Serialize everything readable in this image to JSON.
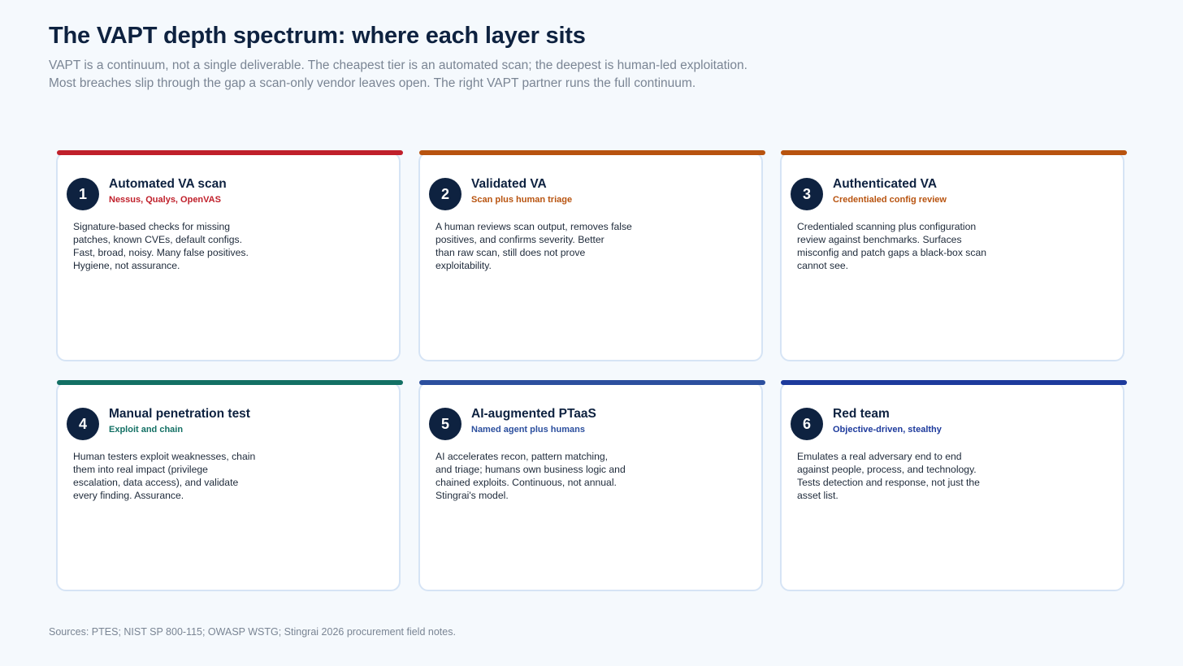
{
  "header": {
    "title": "The VAPT depth spectrum: where each layer sits",
    "subtitle_lines": [
      "VAPT is a continuum, not a single deliverable. The cheapest tier is an automated scan; the deepest is human-led exploitation.",
      "Most breaches slip through the gap a scan-only vendor leaves open. The right VAPT partner runs the full continuum."
    ]
  },
  "cards": [
    {
      "number": "1",
      "title": "Automated VA scan",
      "subtitle": "Nessus, Qualys, OpenVAS",
      "accent": "#c0202b",
      "body_lines": [
        "Signature-based checks for missing",
        "patches, known CVEs, default configs.",
        "Fast, broad, noisy. Many false positives.",
        "Hygiene, not assurance."
      ]
    },
    {
      "number": "2",
      "title": "Validated VA",
      "subtitle": "Scan plus human triage",
      "accent": "#b8530f",
      "body_lines": [
        "A human reviews scan output, removes false",
        "positives, and confirms severity. Better",
        "than raw scan, still does not prove",
        "exploitability."
      ]
    },
    {
      "number": "3",
      "title": "Authenticated VA",
      "subtitle": "Credentialed config review",
      "accent": "#b8530f",
      "body_lines": [
        "Credentialed scanning plus configuration",
        "review against benchmarks. Surfaces",
        "misconfig and patch gaps a black-box scan",
        "cannot see."
      ]
    },
    {
      "number": "4",
      "title": "Manual penetration test",
      "subtitle": "Exploit and chain",
      "accent": "#137064",
      "body_lines": [
        "Human testers exploit weaknesses, chain",
        "them into real impact (privilege",
        "escalation, data access), and validate",
        "every finding. Assurance."
      ]
    },
    {
      "number": "5",
      "title": "AI-augmented PTaaS",
      "subtitle": "Named agent plus humans",
      "accent": "#2c4f9e",
      "body_lines": [
        "AI accelerates recon, pattern matching,",
        "and triage; humans own business logic and",
        "chained exploits. Continuous, not annual.",
        "Stingrai's model."
      ]
    },
    {
      "number": "6",
      "title": "Red team",
      "subtitle": "Objective-driven, stealthy",
      "accent": "#1d3a9c",
      "body_lines": [
        "Emulates a real adversary end to end",
        "against people, process, and technology.",
        "Tests detection and response, not just the",
        "asset list."
      ]
    }
  ],
  "footer": {
    "sources": "Sources: PTES; NIST SP 800-115; OWASP WSTG; Stingrai 2026 procurement field notes."
  }
}
